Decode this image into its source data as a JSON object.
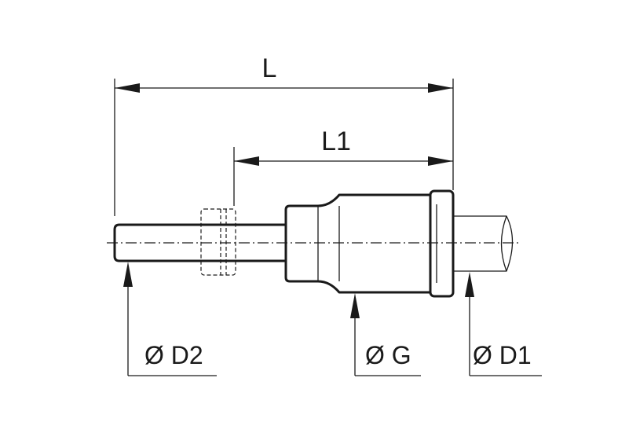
{
  "dimensions": {
    "length_total": "L",
    "length_body": "L1",
    "diameter_stem": "Ø D2",
    "diameter_body": "Ø G",
    "diameter_tube": "Ø D1"
  },
  "colors": {
    "line": "#1a1a1a",
    "background": "#ffffff"
  }
}
